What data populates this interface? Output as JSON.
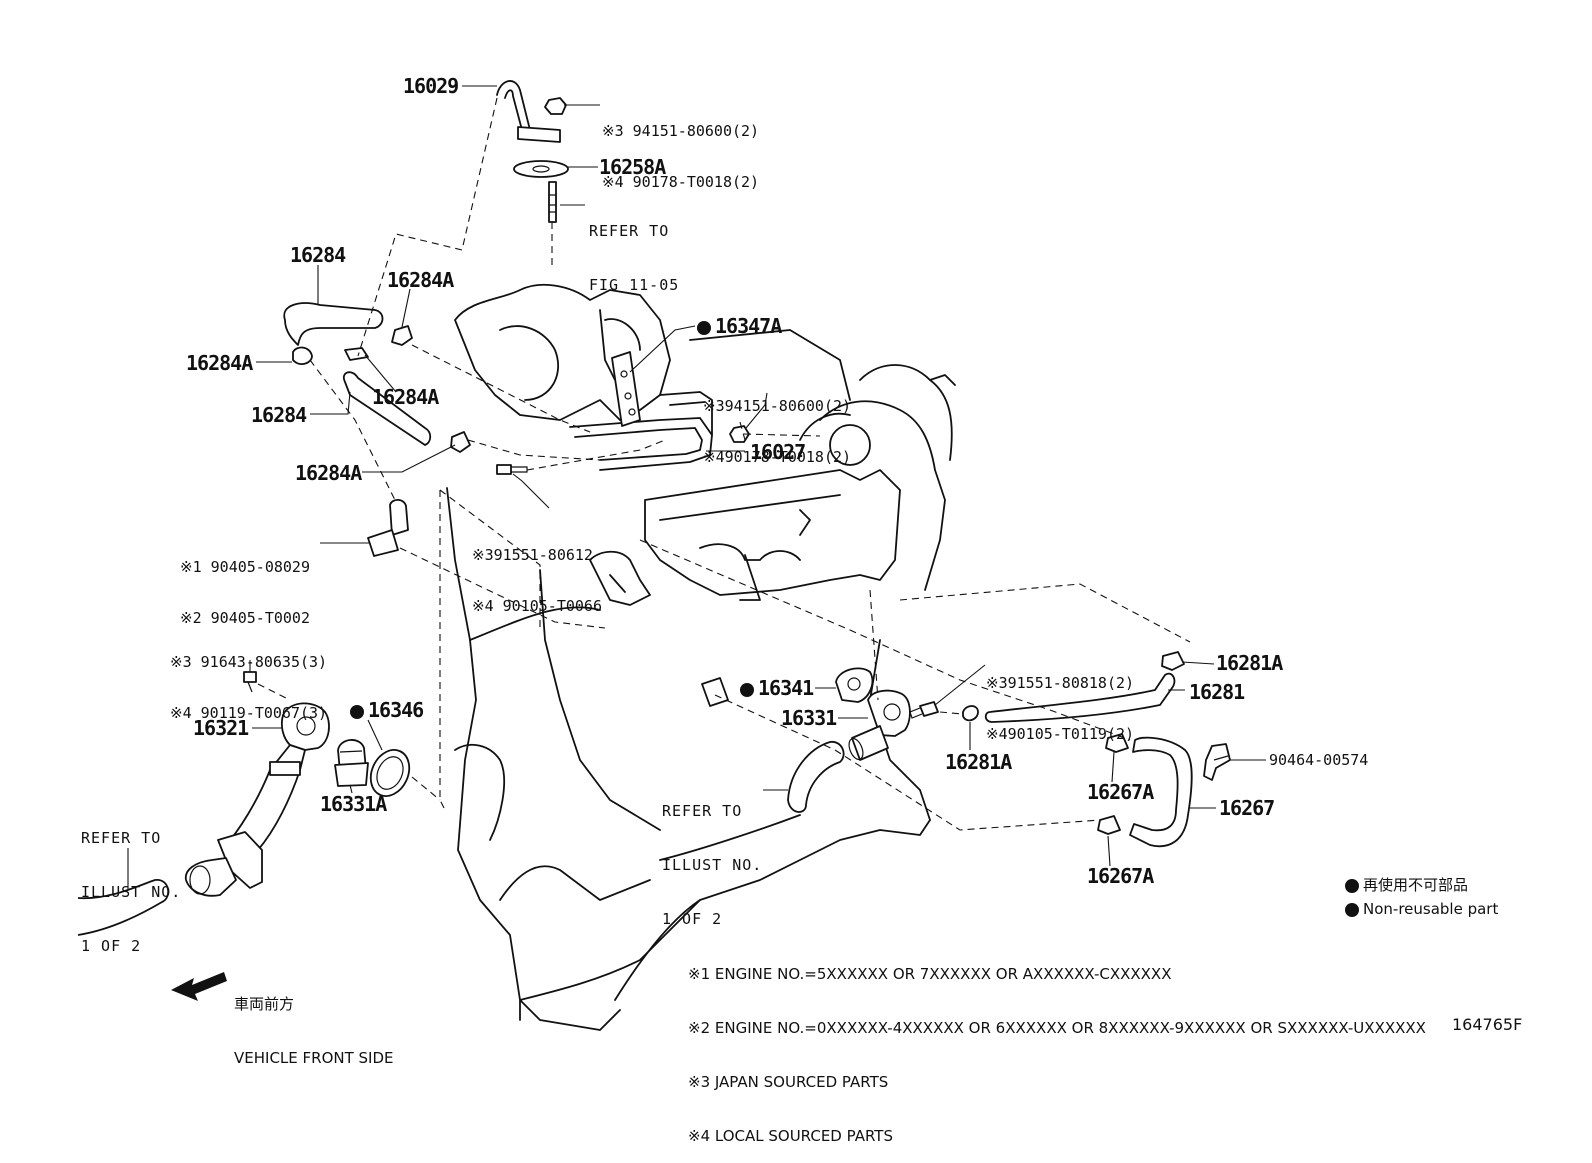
{
  "callouts": {
    "p16029": "16029",
    "p16258a": "16258A",
    "p16284_top": "16284",
    "p16284a_top": "16284A",
    "p16284a_left": "16284A",
    "p16284a_mid": "16284A",
    "p16284_mid": "16284",
    "p16284a_low": "16284A",
    "p16347a": "16347A",
    "p16027": "16027",
    "p16321": "16321",
    "p16346": "16346",
    "p16331a": "16331A",
    "p16341": "16341",
    "p16331": "16331",
    "p16281a_right": "16281A",
    "p16281": "16281",
    "p16281a_low": "16281A",
    "p90464": "90464-00574",
    "p16267a_mid": "16267A",
    "p16267": "16267",
    "p16267a_low": "16267A"
  },
  "fastener_refs": {
    "top_nut": [
      "※3 94151-80600(2)",
      "※4 90178-T0018(2)"
    ],
    "mid_nut": [
      "※394151-80600(2)",
      "※490178-T0018(2)"
    ],
    "bolt_mid": [
      "※391551-80612",
      "※4 90105-T0066"
    ],
    "union": [
      "※1 90405-08029",
      "※2 90405-T0002"
    ],
    "bolt_left": [
      "※3 91643-80635(3)",
      "※4 90119-T0067(3)"
    ],
    "bolt_right": [
      "※391551-80818(2)",
      "※490105-T0119(2)"
    ]
  },
  "refer_fig": [
    "REFER TO",
    "FIG 11-05"
  ],
  "refer_illust_left": [
    "REFER TO",
    "ILLUST NO.",
    "1 OF 2"
  ],
  "refer_illust_mid": [
    "REFER TO",
    "ILLUST NO.",
    "1 OF 2"
  ],
  "legend": {
    "non_reusable_jp": "再使用不可部品",
    "non_reusable_en": "Non-reusable part"
  },
  "footnotes": [
    "※1 ENGINE NO.=5XXXXXX OR 7XXXXXX OR AXXXXXX-CXXXXXX",
    "※2 ENGINE NO.=0XXXXXX-4XXXXXX OR 6XXXXXX OR 8XXXXXX-9XXXXXX OR SXXXXXX-UXXXXXX",
    "※3 JAPAN SOURCED PARTS",
    "※4 LOCAL SOURCED PARTS"
  ],
  "direction": {
    "jp": "車両前方",
    "en": "VEHICLE FRONT SIDE"
  },
  "figure_id": "164765F",
  "icons": [
    "front-arrow-icon",
    "non-reusable-dot-icon"
  ]
}
